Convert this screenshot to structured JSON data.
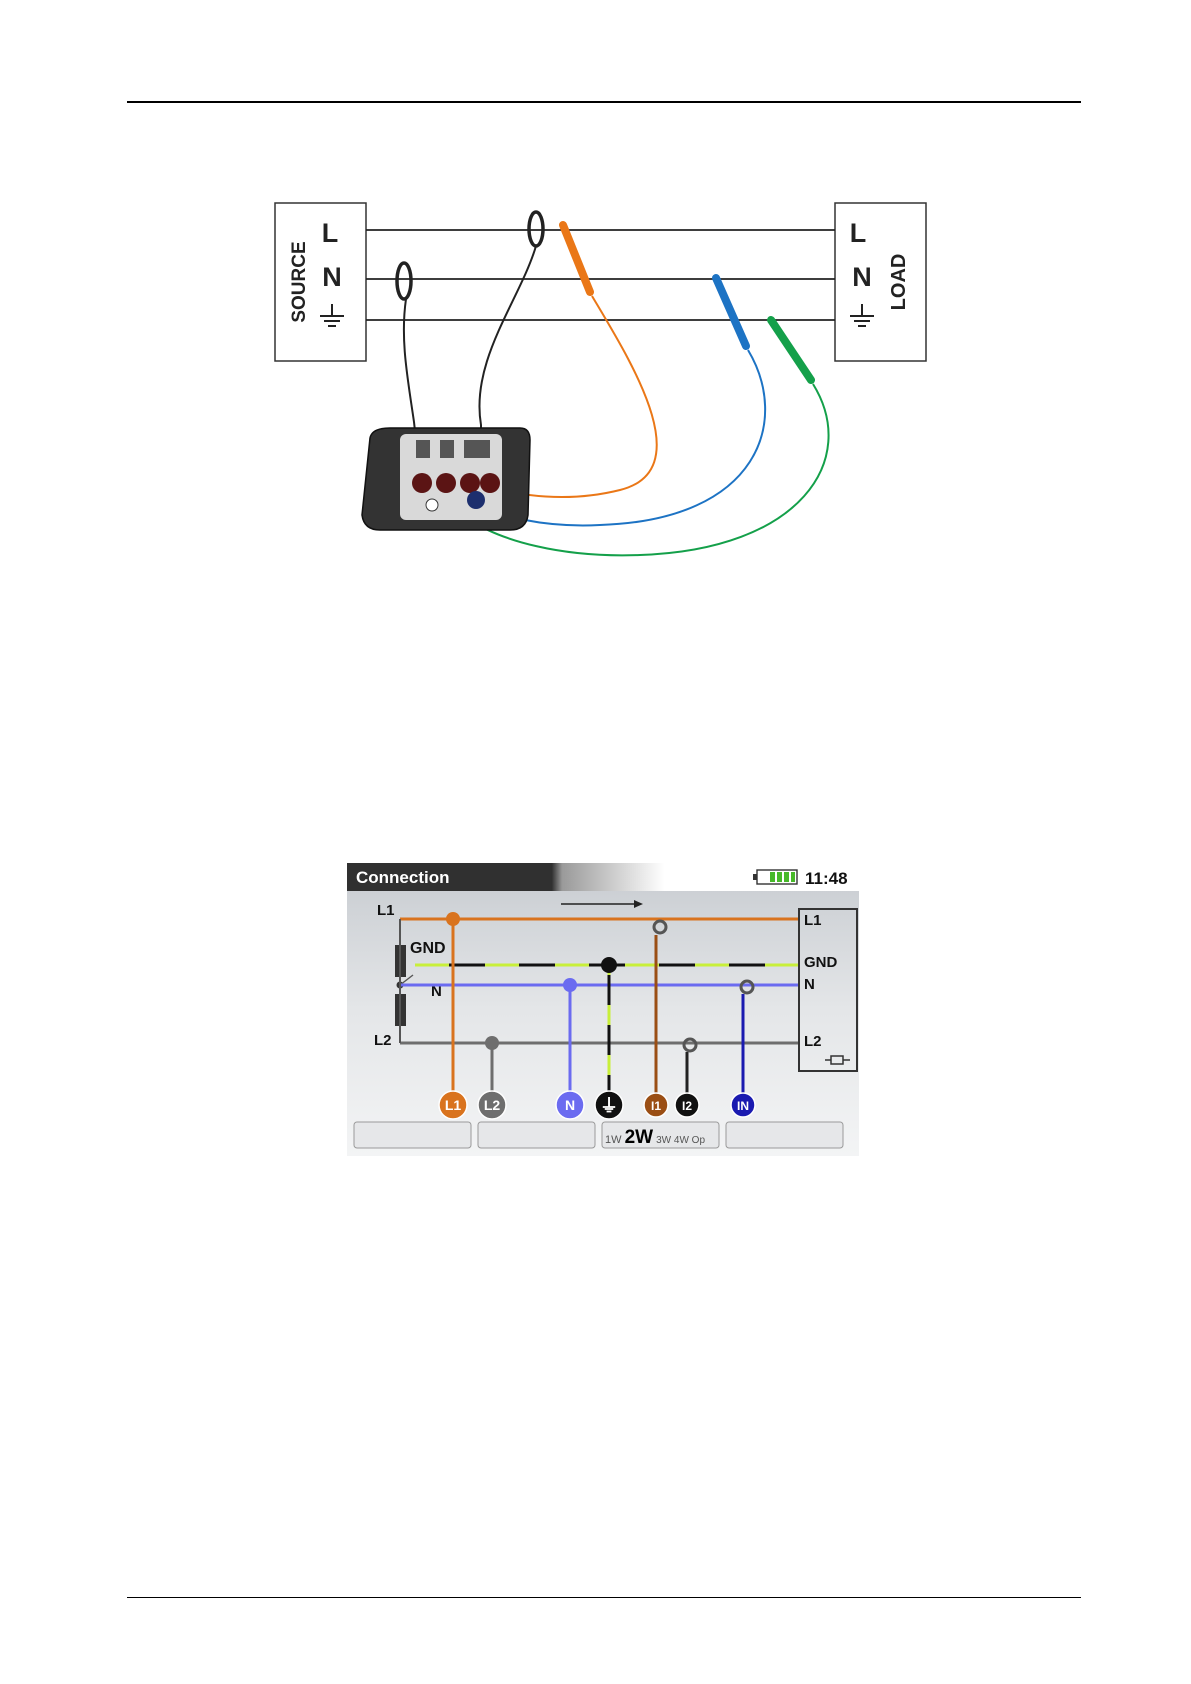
{
  "wiring": {
    "source_label": "SOURCE",
    "load_label": "LOAD",
    "line_label": "L",
    "neutral_label": "N",
    "colors": {
      "orange": "#ea7717",
      "blue": "#1d73c4",
      "green": "#14a04a",
      "black": "#222222"
    }
  },
  "screen": {
    "title": "Connection",
    "time": "11:48",
    "labels": {
      "l1": "L1",
      "l2": "L2",
      "gnd": "GND",
      "n": "N"
    },
    "load_labels": {
      "l1": "L1",
      "gnd": "GND",
      "n": "N",
      "l2": "L2"
    },
    "terminals": [
      "L1",
      "L2",
      "N",
      "⏚",
      "I1",
      "I2",
      "IN"
    ],
    "mode_selector": {
      "pre": "1W",
      "selected": "2W",
      "post": "3W 4W Op"
    },
    "colors": {
      "l1": "#d9731e",
      "l2": "#6e6e6e",
      "n": "#6b6bf0",
      "gnd": "#c8ef3a",
      "i1": "#9a4e14",
      "in": "#1a1ab0"
    }
  }
}
